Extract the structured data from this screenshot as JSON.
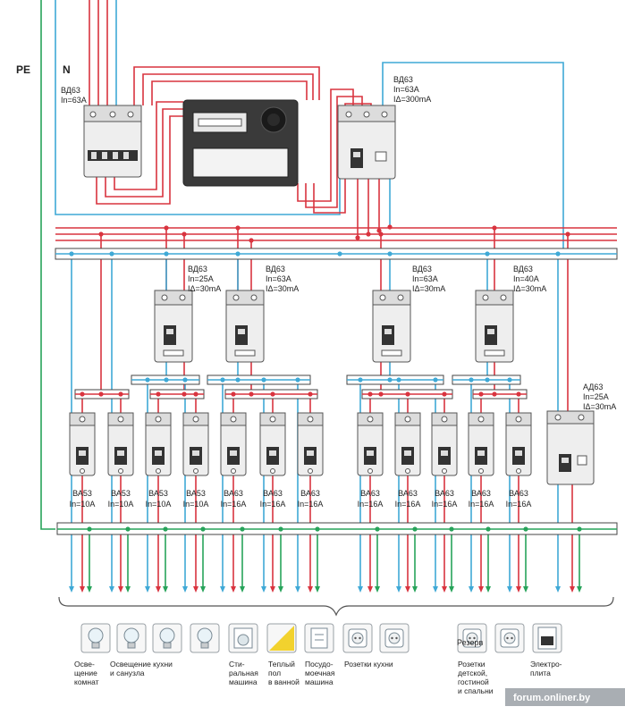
{
  "labels": {
    "pe": "PE",
    "n": "N"
  },
  "main_switch": {
    "name": "ВД63",
    "rating": "In=63A"
  },
  "rcd_main": {
    "name": "ВД63",
    "rating": "In=63A",
    "leak": "IΔ=300mA"
  },
  "rcds": [
    {
      "name": "ВД63",
      "rating": "In=25A",
      "leak": "IΔ=30mA"
    },
    {
      "name": "ВД63",
      "rating": "In=63A",
      "leak": "IΔ=30mA"
    },
    {
      "name": "ВД63",
      "rating": "In=63A",
      "leak": "IΔ=30mA"
    },
    {
      "name": "ВД63",
      "rating": "In=40A",
      "leak": "IΔ=30mA"
    }
  ],
  "rcbo": {
    "name": "АД63",
    "rating": "In=25A",
    "leak": "IΔ=30mA"
  },
  "breakers": [
    {
      "name": "ВА53",
      "rating": "In=10A"
    },
    {
      "name": "ВА53",
      "rating": "In=10A"
    },
    {
      "name": "ВА53",
      "rating": "In=10A"
    },
    {
      "name": "ВА53",
      "rating": "In=10A"
    },
    {
      "name": "ВА63",
      "rating": "In=16A"
    },
    {
      "name": "ВА63",
      "rating": "In=16A"
    },
    {
      "name": "ВА63",
      "rating": "In=16A"
    },
    {
      "name": "ВА63",
      "rating": "In=16A"
    },
    {
      "name": "ВА63",
      "rating": "In=16A"
    },
    {
      "name": "ВА63",
      "rating": "In=16A"
    },
    {
      "name": "ВА63",
      "rating": "In=16A"
    },
    {
      "name": "ВА63",
      "rating": "In=16A"
    }
  ],
  "consumers": [
    {
      "icon": "light-bulb-icon",
      "caption": [
        "Осве-",
        "щение",
        "комнат"
      ]
    },
    {
      "icon": "light-bulb-icon",
      "caption": [
        "Освещение кухни",
        "и санузла"
      ]
    },
    {
      "icon": "light-bulb-icon",
      "caption": []
    },
    {
      "icon": "light-bulb-icon",
      "caption": []
    },
    {
      "icon": "washing-machine-icon",
      "caption": [
        "Сти-",
        "ральная",
        "машина"
      ]
    },
    {
      "icon": "heated-floor-icon",
      "caption": [
        "Теплый",
        "пол",
        "в ванной"
      ]
    },
    {
      "icon": "dishwasher-icon",
      "caption": [
        "Посудо-",
        "моечная",
        "машина"
      ]
    },
    {
      "icon": "socket-icon",
      "caption": [
        "Розетки кухни"
      ]
    },
    {
      "icon": "socket-icon",
      "caption": []
    },
    {
      "icon": "socket-icon",
      "caption": [
        "Розетки",
        "детской,",
        "гостиной",
        "и спальни"
      ]
    },
    {
      "icon": "socket-icon",
      "caption": []
    },
    {
      "icon": "stove-icon",
      "caption": [
        "Электро-",
        "плита"
      ]
    }
  ],
  "reserve_label": "Резерв",
  "watermark": "forum.onliner.by",
  "colors": {
    "phase": "#d9343f",
    "neutral": "#3fa9d6",
    "earth": "#27a35a",
    "device": "#eeeeee",
    "meter": "#3a3a3a"
  }
}
